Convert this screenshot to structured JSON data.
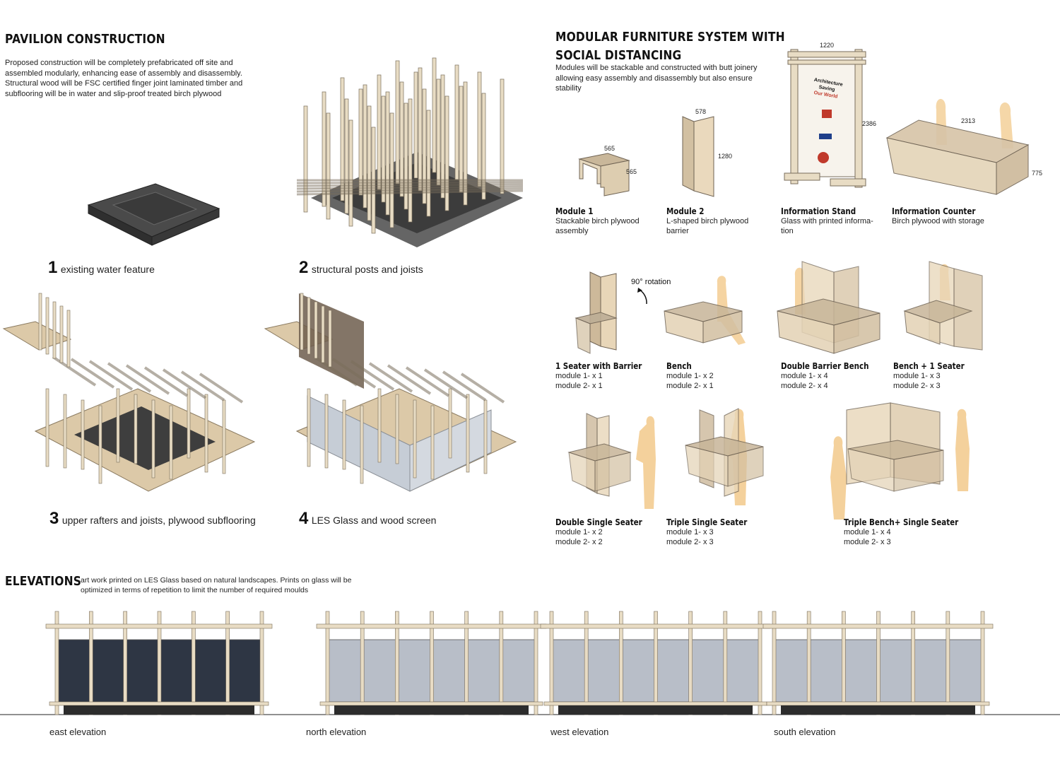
{
  "pavilion": {
    "title": "PAVILION CONSTRUCTION",
    "description": "Proposed construction will be completely prefabricated off site and assembled modularly, enhancing ease of assembly and disassembly. Structural wood will be FSC certified finger joint laminated timber and subflooring will be in water and slip-proof treated birch plywood",
    "steps": [
      {
        "num": "1",
        "label": "existing water feature"
      },
      {
        "num": "2",
        "label": "structural posts and joists"
      },
      {
        "num": "3",
        "label": "upper rafters and joists, plywood subflooring"
      },
      {
        "num": "4",
        "label": "LES Glass and wood screen"
      }
    ]
  },
  "furniture": {
    "title_line1": "MODULAR FURNITURE SYSTEM WITH",
    "title_line2": "SOCIAL DISTANCING",
    "description": "Modules will be stackable and constructed with butt joinery allowing easy assembly and disassembly but also ensure stability",
    "rotation_label": "90° rotation",
    "items": [
      {
        "title": "Module 1",
        "line1": "Stackable birch plywood",
        "line2": "assembly",
        "dims": [
          "565",
          "565"
        ]
      },
      {
        "title": "Module 2",
        "line1": "L-shaped birch plywood",
        "line2": "barrier",
        "dims": [
          "578",
          "1280"
        ]
      },
      {
        "title": "Information Stand",
        "line1": "Glass with printed informa-",
        "line2": "tion",
        "dims": [
          "1220",
          "2386"
        ]
      },
      {
        "title": "Information Counter",
        "line1": "Birch plywood with storage",
        "line2": "",
        "dims": [
          "2313",
          "775"
        ]
      }
    ],
    "stand_sign": {
      "line1": "Architecture",
      "line2": "Saving",
      "line3": "Our World"
    },
    "combos": [
      {
        "title": "1 Seater with Barrier",
        "m1": "module 1- x 1",
        "m2": "module 2- x 1"
      },
      {
        "title": "Bench",
        "m1": "module 1- x 2",
        "m2": "module 2- x 1"
      },
      {
        "title": "Double Barrier Bench",
        "m1": "module 1- x 4",
        "m2": "module 2- x 4"
      },
      {
        "title": "Bench + 1 Seater",
        "m1": "module 1- x 3",
        "m2": "module 2- x 3"
      },
      {
        "title": "Double Single Seater",
        "m1": "module 1- x 2",
        "m2": "module 2- x 2"
      },
      {
        "title": "Triple Single Seater",
        "m1": "module 1- x 3",
        "m2": "module 2- x 3"
      },
      {
        "title": "Triple Bench+ Single Seater",
        "m1": "module 1- x 4",
        "m2": "module 2- x 3"
      }
    ]
  },
  "elevations": {
    "title": "ELEVATIONS",
    "description_line1": "art work printed on LES Glass based on natural landscapes. Prints on glass will be",
    "description_line2": "optimized in terms of repetition to limit the number of required moulds",
    "labels": [
      "east elevation",
      "north elevation",
      "west elevation",
      "south elevation"
    ]
  },
  "colors": {
    "timber": "#e8dcc4",
    "timber_stroke": "#7a6e5c",
    "plywood": "#d9c7ad",
    "silhouette": "#f2c98b",
    "dark_basin": "#3f3f3f",
    "glass_dark": "#2e3644",
    "glass_light": "#b8bec8"
  }
}
